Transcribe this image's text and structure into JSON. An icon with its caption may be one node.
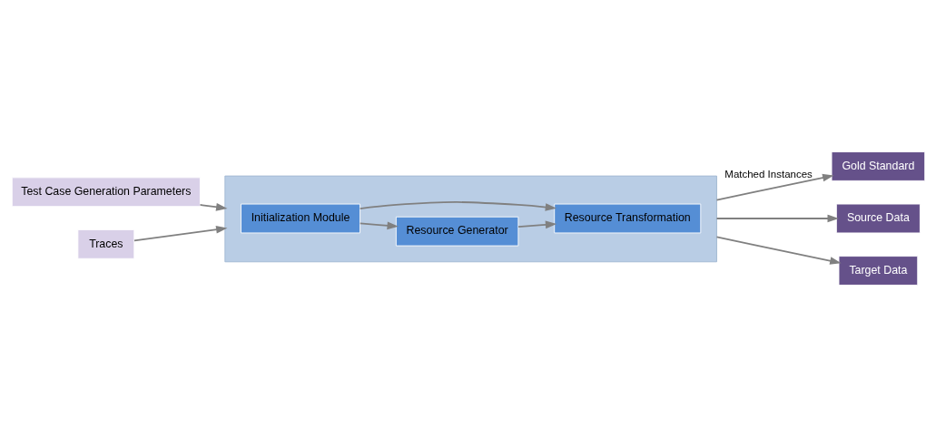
{
  "diagram": {
    "nodes": [
      {
        "text": [
          "Test Case Generation Parameters"
        ]
      },
      {
        "text": [
          "Traces"
        ]
      },
      {
        "text": [],
        "shape": "box"
      },
      {
        "text": [
          "Initialization Module"
        ],
        "in": 2
      },
      {
        "text": [
          "Resource Generator"
        ],
        "in": 2
      },
      {
        "text": [
          "Resource Transformation"
        ],
        "in": 2
      },
      {
        "text": [
          "Gold Standard"
        ]
      },
      {
        "text": [
          "Source Data"
        ]
      },
      {
        "text": [
          "Target Data"
        ]
      }
    ],
    "edges": [
      {
        "from": 0,
        "to": 2,
        "arrow": "to"
      },
      {
        "from": 1,
        "to": 2,
        "arrow": "to"
      },
      {
        "from": 3,
        "to": 4,
        "arrow": "to"
      },
      {
        "from": 3,
        "to": 5,
        "arrow": "to"
      },
      {
        "from": 4,
        "to": 5,
        "arrow": "to"
      },
      {
        "from": 2,
        "to": 6,
        "arrow": "to",
        "label": "Matched Instances"
      },
      {
        "from": 2,
        "to": 7,
        "arrow": "to"
      },
      {
        "from": 2,
        "to": 8,
        "arrow": "to"
      }
    ]
  }
}
